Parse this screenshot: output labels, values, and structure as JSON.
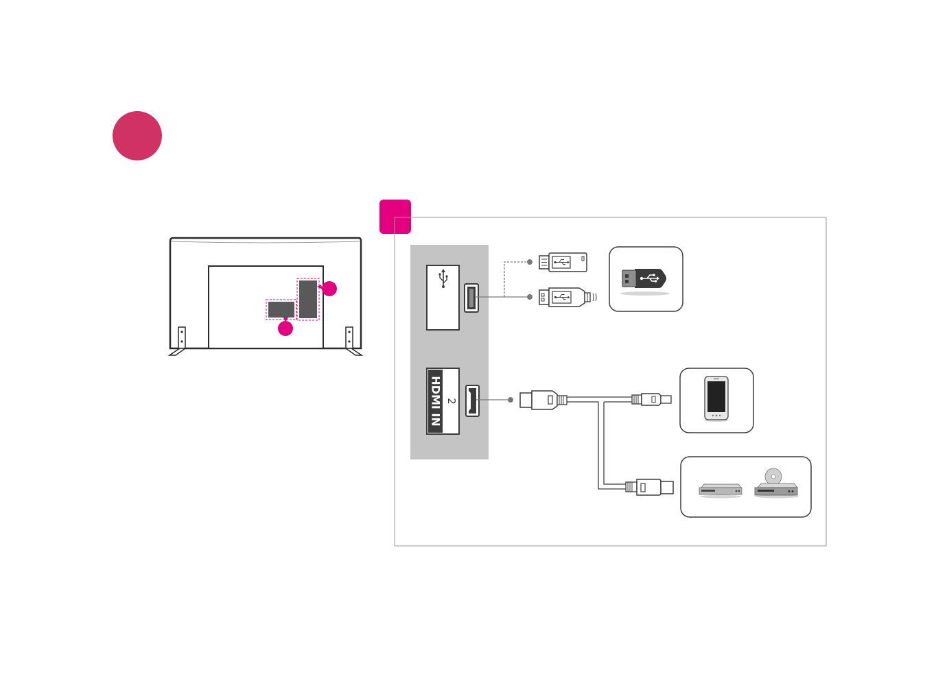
{
  "colors": {
    "step_badge": "#d03265",
    "section_tab": "#e3007f",
    "callout": "#e3007f",
    "panel_gray": "#c4c4c4",
    "outline": "#3c3c3c"
  },
  "icons": {
    "step": "step-badge",
    "usb_symbol": "usb-trident-icon",
    "usb_drive": "usb-flash-drive-icon",
    "usb_hdd_cable": "usb-hdd-cable-icon",
    "usb_badge": "usb-device-icon",
    "hdmi_logo": "hdmi-logo",
    "smartphone": "smartphone-icon",
    "set_top_box": "set-top-box-icon",
    "dvd_player": "dvd-player-icon"
  },
  "panel": {
    "hdmi_logo_text": "HDMI IN",
    "hdmi_port_number": "2"
  }
}
